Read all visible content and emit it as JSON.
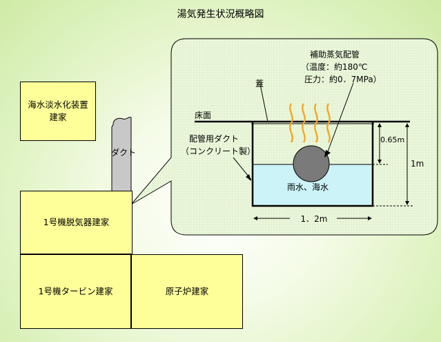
{
  "title": "湯気発生状況概略図",
  "buildings": {
    "desalination_line1": "海水淡水化装置",
    "desalination_line2": "建家",
    "deaerator": "1号機脱気器建家",
    "turbine": "1号機タービン建家",
    "reactor": "原子炉建家"
  },
  "duct_label": "ダクト",
  "detail": {
    "steam_pipe_title": "補助蒸気配管",
    "temperature": "（温度：約180℃",
    "pressure": "圧力：約0．7MPa）",
    "lid": "蓋",
    "floor": "床面",
    "duct_line1": "配管用ダクト",
    "duct_line2": "（コンクリート製）",
    "water": "雨水、海水",
    "dim_depth": "0.65m",
    "dim_height": "1m",
    "dim_width": "1．2m"
  },
  "colors": {
    "background": "#dff3c2",
    "building_fill": "#ffff99",
    "detail_fill": "#e8f6d6",
    "water_fill": "#ccf3f8",
    "pipe_fill": "#7a7a7a",
    "duct_fill": "#c8c8c8",
    "steam_color": "#f5a623",
    "highlight_color": "#e02020"
  }
}
